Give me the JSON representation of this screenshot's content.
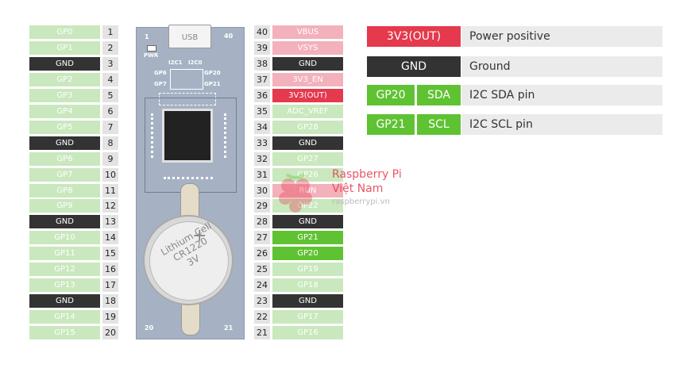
{
  "left_pins": [
    {
      "label": "GP0",
      "num": "1",
      "kind": "light"
    },
    {
      "label": "GP1",
      "num": "2",
      "kind": "light"
    },
    {
      "label": "GND",
      "num": "3",
      "kind": "dark"
    },
    {
      "label": "GP2",
      "num": "4",
      "kind": "light"
    },
    {
      "label": "GP3",
      "num": "5",
      "kind": "light"
    },
    {
      "label": "GP4",
      "num": "6",
      "kind": "light"
    },
    {
      "label": "GP5",
      "num": "7",
      "kind": "light"
    },
    {
      "label": "GND",
      "num": "8",
      "kind": "dark"
    },
    {
      "label": "GP6",
      "num": "9",
      "kind": "light"
    },
    {
      "label": "GP7",
      "num": "10",
      "kind": "light"
    },
    {
      "label": "GP8",
      "num": "11",
      "kind": "light"
    },
    {
      "label": "GP9",
      "num": "12",
      "kind": "light"
    },
    {
      "label": "GND",
      "num": "13",
      "kind": "dark"
    },
    {
      "label": "GP10",
      "num": "14",
      "kind": "light"
    },
    {
      "label": "GP11",
      "num": "15",
      "kind": "light"
    },
    {
      "label": "GP12",
      "num": "16",
      "kind": "light"
    },
    {
      "label": "GP13",
      "num": "17",
      "kind": "light"
    },
    {
      "label": "GND",
      "num": "18",
      "kind": "dark"
    },
    {
      "label": "GP14",
      "num": "19",
      "kind": "light"
    },
    {
      "label": "GP15",
      "num": "20",
      "kind": "light"
    }
  ],
  "right_pins": [
    {
      "label": "VBUS",
      "num": "40",
      "kind": "pinkpow"
    },
    {
      "label": "VSYS",
      "num": "39",
      "kind": "pinkpow"
    },
    {
      "label": "GND",
      "num": "38",
      "kind": "dark"
    },
    {
      "label": "3V3_EN",
      "num": "37",
      "kind": "pinkpow"
    },
    {
      "label": "3V3(OUT)",
      "num": "36",
      "kind": "red"
    },
    {
      "label": "ADC_VREF",
      "num": "35",
      "kind": "light"
    },
    {
      "label": "GP28",
      "num": "34",
      "kind": "light"
    },
    {
      "label": "GND",
      "num": "33",
      "kind": "dark"
    },
    {
      "label": "GP27",
      "num": "32",
      "kind": "light"
    },
    {
      "label": "GP26",
      "num": "31",
      "kind": "light"
    },
    {
      "label": "RUN",
      "num": "30",
      "kind": "pinkpow"
    },
    {
      "label": "GP22",
      "num": "29",
      "kind": "light"
    },
    {
      "label": "GND",
      "num": "28",
      "kind": "dark"
    },
    {
      "label": "GP21",
      "num": "27",
      "kind": "green"
    },
    {
      "label": "GP20",
      "num": "26",
      "kind": "green"
    },
    {
      "label": "GP19",
      "num": "25",
      "kind": "light"
    },
    {
      "label": "GP18",
      "num": "24",
      "kind": "light"
    },
    {
      "label": "GND",
      "num": "23",
      "kind": "dark"
    },
    {
      "label": "GP17",
      "num": "22",
      "kind": "light"
    },
    {
      "label": "GP16",
      "num": "21",
      "kind": "light"
    }
  ],
  "board": {
    "usb": "USB",
    "pwr": "PWR",
    "pin1": "1",
    "pin40": "40",
    "pin20": "20",
    "pin21": "21",
    "i2c1": "I2C1",
    "i2c0": "I2C0",
    "gp6": "GP6",
    "gp7": "GP7",
    "gp20": "GP20",
    "gp21": "GP21",
    "battery_line1": "Lithium Cell",
    "battery_line2": "CR1220",
    "battery_line3": "3V",
    "battery_plus": "+"
  },
  "legend": {
    "row1": {
      "tag": "3V3(OUT)",
      "desc": "Power positive"
    },
    "row2": {
      "tag": "GND",
      "desc": "Ground"
    },
    "row3": {
      "tag1": "GP20",
      "tag2": "SDA",
      "desc": "I2C SDA pin"
    },
    "row4": {
      "tag1": "GP21",
      "tag2": "SCL",
      "desc": "I2C SCL pin"
    }
  },
  "watermark": {
    "line1": "Raspberry Pi",
    "line2": "Việt Nam",
    "line3": "raspberrypi.vn"
  },
  "colors": {
    "light": "#c9e8bd",
    "dark": "#333333",
    "power_pink": "#f3b1bb",
    "power_red": "#e5394d",
    "i2c_green": "#5fc232",
    "board": "#a6b2c4"
  }
}
